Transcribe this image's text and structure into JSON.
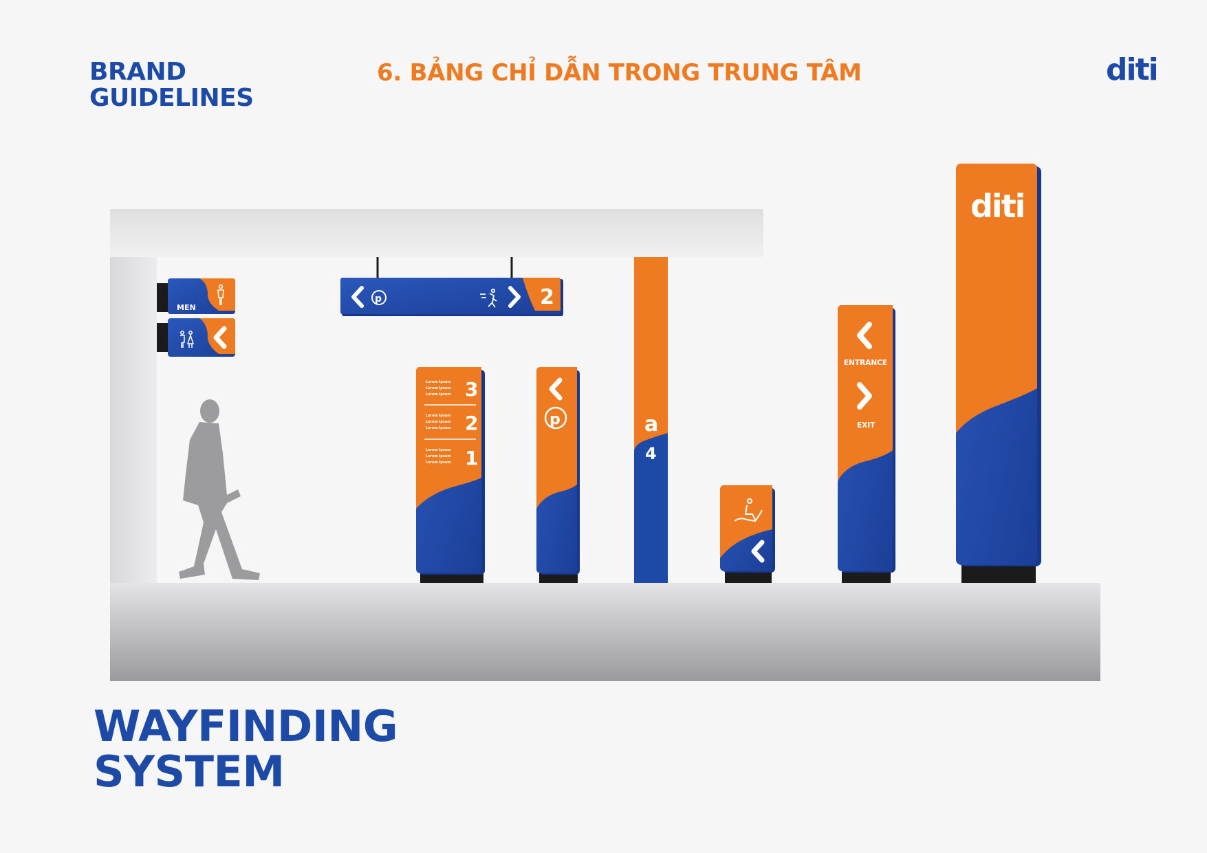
{
  "header": {
    "brand_line1": "BRAND",
    "brand_line2": "GUIDELINES",
    "section_title": "6. BẢNG CHỈ DẪN TRONG TRUNG TÂM",
    "logo": "diti"
  },
  "footer": {
    "title_line1": "WAYFINDING",
    "title_line2": "SYSTEM"
  },
  "signs": {
    "wall_men_label": "MEN",
    "hanging_floor": "2",
    "directory_floors": [
      "3",
      "2",
      "1"
    ],
    "directory_lorem": "Lorem Ipsum",
    "pillar_letter": "a",
    "pillar_number": "4",
    "entrance_label": "ENTRANCE",
    "exit_label": "EXIT",
    "totem_logo": "diti"
  },
  "colors": {
    "brand_blue": "#1d4aa6",
    "brand_orange": "#ee7a22",
    "background": "#f6f6f7"
  }
}
